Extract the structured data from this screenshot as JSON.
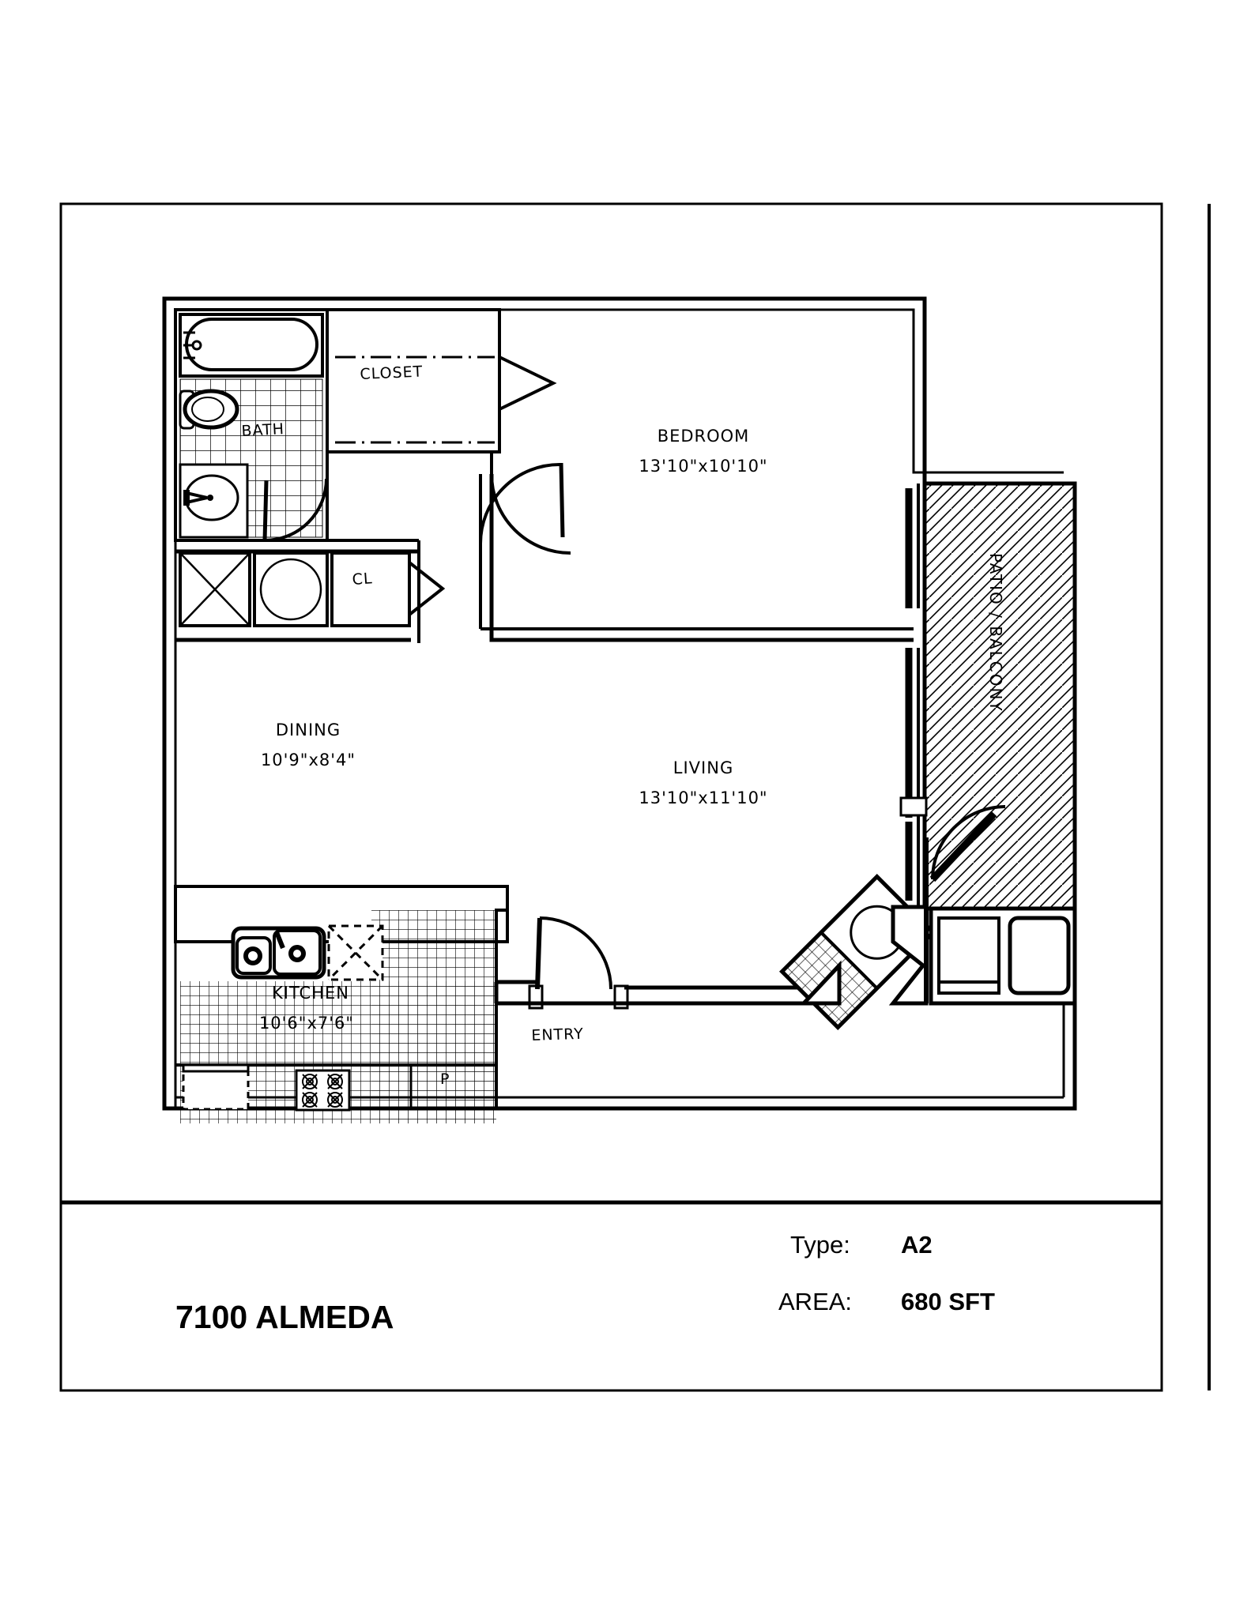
{
  "sheet": {
    "title": "7100 ALMEDA",
    "type_label": "Type:",
    "type_value": "A2",
    "area_label": "AREA:",
    "area_value": "680 SFT"
  },
  "rooms": [
    {
      "key": "bedroom",
      "name": "BEDROOM",
      "dim": "13'10\"x10'10\""
    },
    {
      "key": "living",
      "name": "LIVING",
      "dim": "13'10\"x11'10\""
    },
    {
      "key": "dining",
      "name": "DINING",
      "dim": "10'9\"x8'4\""
    },
    {
      "key": "kitchen",
      "name": "KITCHEN",
      "dim": "10'6\"x7'6\""
    }
  ],
  "labels": {
    "closet": "CLOSET",
    "bath": "BATH",
    "linen_closet": "CL",
    "entry": "ENTRY",
    "pantry": "P",
    "patio": "PATIO / BALCONY"
  },
  "colors": {
    "line": "#000000",
    "paper": "#ffffff",
    "hatch": "#000000"
  },
  "fixtures": {
    "bathtub": "bathtub-fixture",
    "toilet": "toilet-fixture",
    "lavatory": "sink-fixture",
    "washer": "washer-fixture",
    "dryer": "dryer-fixture",
    "kitchen_sink": "double-sink-fixture",
    "dishwasher": "dishwasher-fixture",
    "range": "range-fixture",
    "refrigerator": "refrigerator-fixture",
    "water_heater": "water-heater-fixture",
    "hvac": "hvac-fixture",
    "storage_left": "storage-box-fixture",
    "storage_right": "storage-box-fixture"
  }
}
